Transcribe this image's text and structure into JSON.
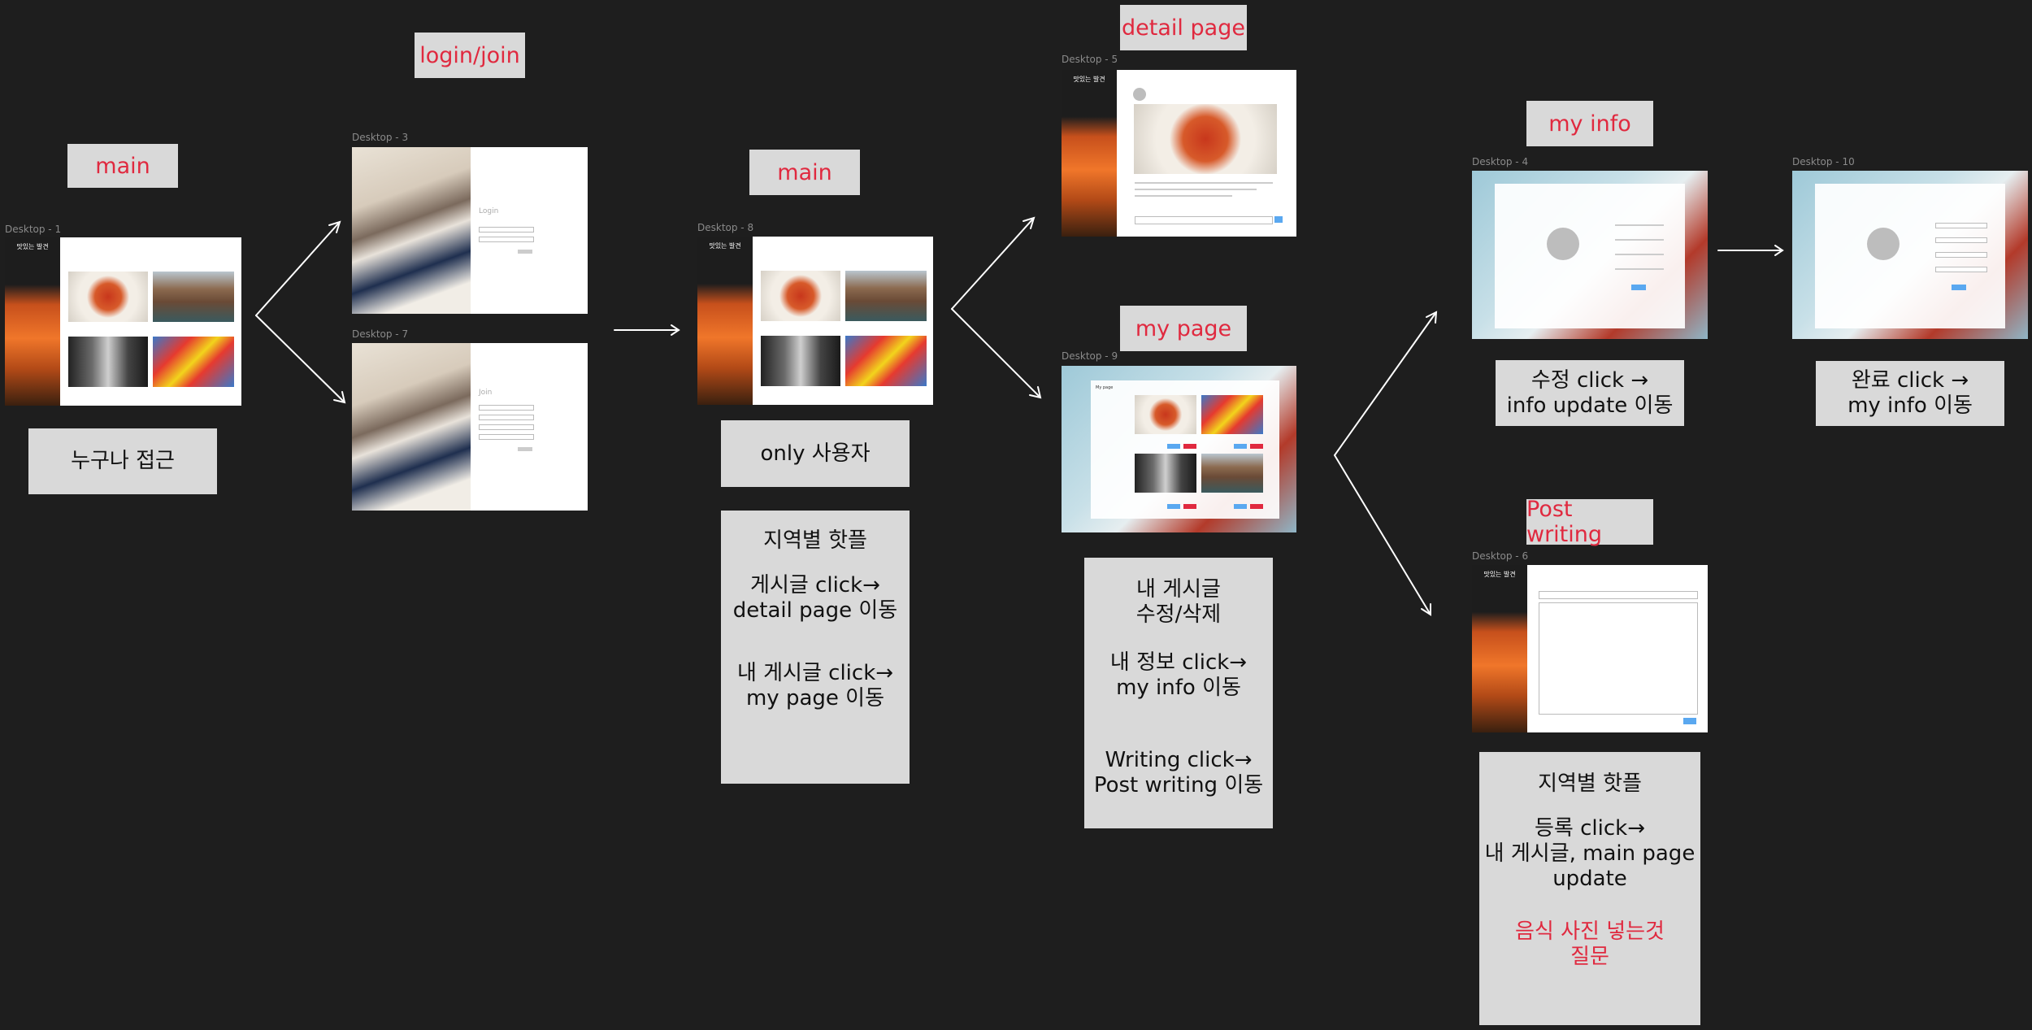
{
  "titles": {
    "main1": "main",
    "login": "login/join",
    "main2": "main",
    "detail": "detail page",
    "mypage": "my page",
    "myinfo": "my info",
    "post": "Post writing"
  },
  "frames": {
    "d1": "Desktop - 1",
    "d3": "Desktop - 3",
    "d7": "Desktop - 7",
    "d8": "Desktop - 8",
    "d5": "Desktop - 5",
    "d9": "Desktop - 9",
    "d4": "Desktop - 4",
    "d10": "Desktop - 10",
    "d6": "Desktop - 6"
  },
  "notes": {
    "anyone": "누구나 접근",
    "only_user": "only 사용자",
    "main2": {
      "p1": "지역별 핫플",
      "p2": "게시글 click→\ndetail page 이동",
      "p3": "내 게시글 click→\nmy page 이동"
    },
    "mypage": {
      "p1": "내 게시글\n수정/삭제",
      "p2": "내 정보 click→\nmy info 이동",
      "p3": "Writing click→\nPost writing 이동"
    },
    "modify": "수정 click →\ninfo update 이동",
    "done": "완료 click →\nmy info 이동",
    "post": {
      "p1": "지역별 핫플",
      "p2": "등록 click→\n내 게시글, main page\nupdate",
      "p3": "음식 사진 넣는것\n질문"
    }
  },
  "mock": {
    "app_name": "맛있는 발견",
    "login": "Login",
    "join": "Join",
    "my_page": "My page"
  },
  "colors": {
    "background": "#1e1e1e",
    "box": "#d9d9d9",
    "accent_red": "#e0293f",
    "button_blue": "#5aa8f0"
  }
}
